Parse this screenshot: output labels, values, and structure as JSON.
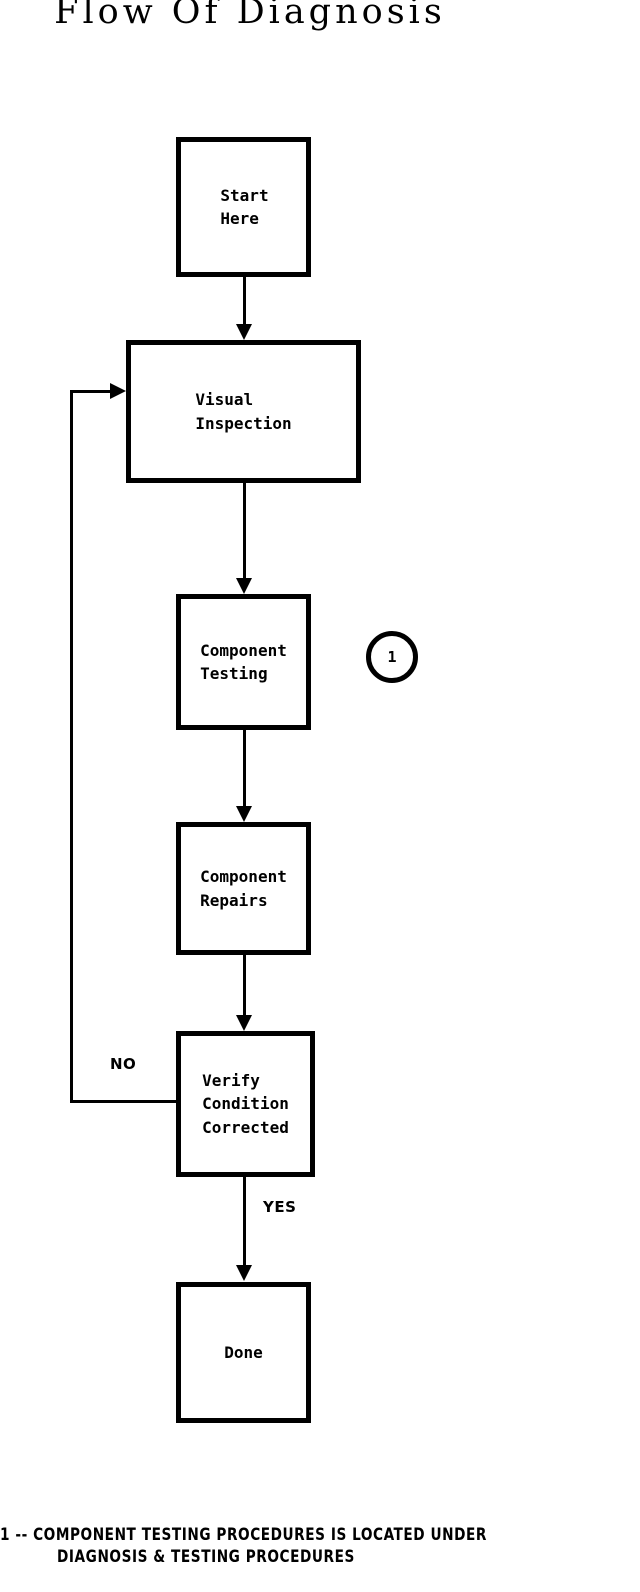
{
  "title": "Flow Of Diagnosis",
  "diagram": {
    "type": "flowchart",
    "nodes": [
      {
        "id": "start",
        "label": "Start\nHere",
        "shape": "rectangle"
      },
      {
        "id": "visual",
        "label": "Visual\nInspection",
        "shape": "rectangle"
      },
      {
        "id": "testing",
        "label": "Component\nTesting",
        "shape": "rectangle"
      },
      {
        "id": "repairs",
        "label": "Component\nRepairs",
        "shape": "rectangle"
      },
      {
        "id": "verify",
        "label": "Verify\nCondition\nCorrected",
        "shape": "rectangle"
      },
      {
        "id": "done",
        "label": "Done",
        "shape": "rectangle"
      }
    ],
    "annotations": [
      {
        "id": "ref-1",
        "label": "1",
        "shape": "circle"
      }
    ],
    "edge_labels": {
      "no": "NO",
      "yes": "YES"
    }
  },
  "footnote": {
    "line1": "1 -- COMPONENT TESTING PROCEDURES IS LOCATED UNDER",
    "line2": "DIAGNOSIS & TESTING PROCEDURES"
  },
  "colors": {
    "ink": "#000000",
    "background": "#ffffff"
  }
}
